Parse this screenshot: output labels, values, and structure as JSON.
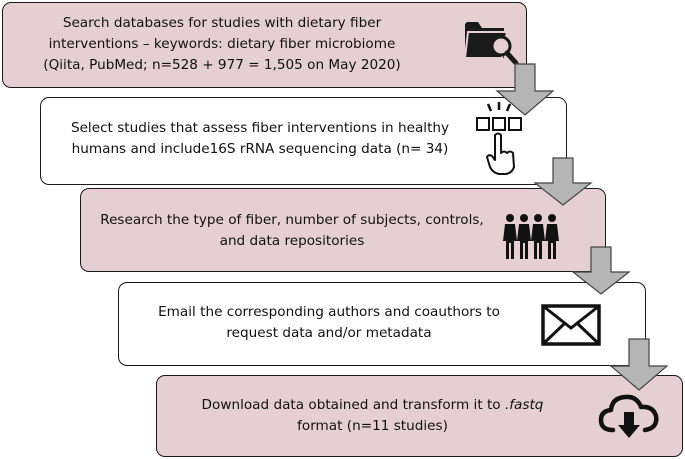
{
  "steps": [
    {
      "lines": [
        "Search databases for studies with dietary fiber",
        "interventions – keywords: dietary fiber microbiome",
        "(Qiita, PubMed; n=528 + 977 = 1,505 on May 2020)"
      ],
      "icon": "folder-search-icon"
    },
    {
      "lines": [
        "Select studies that assess fiber interventions in healthy",
        "humans and include16S rRNA sequencing data (n= 34)"
      ],
      "icon": "hand-select-icon"
    },
    {
      "lines": [
        "Research the type of fiber, number of subjects, controls,",
        "and data repositories"
      ],
      "icon": "people-icon"
    },
    {
      "lines": [
        "Email the corresponding authors and coauthors to",
        "request data and/or metadata"
      ],
      "icon": "envelope-icon"
    },
    {
      "lines": [
        "Download data obtained and transform it to ",
        "format (n=11 studies)"
      ],
      "emph": ".fastq",
      "icon": "cloud-download-icon"
    }
  ],
  "colors": {
    "shaded_fill": "#e6cfd3",
    "plain_fill": "#ffffff",
    "arrow_fill": "#b5b5b5",
    "border": "#1a1a1a"
  }
}
